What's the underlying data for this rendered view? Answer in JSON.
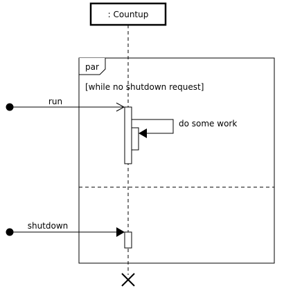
{
  "lifeline": {
    "label": ": Countup"
  },
  "fragment": {
    "operator": "par",
    "guard": "[while no shutdown request]"
  },
  "messages": {
    "run": "run",
    "self_call": "do some work",
    "shutdown": "shutdown"
  }
}
